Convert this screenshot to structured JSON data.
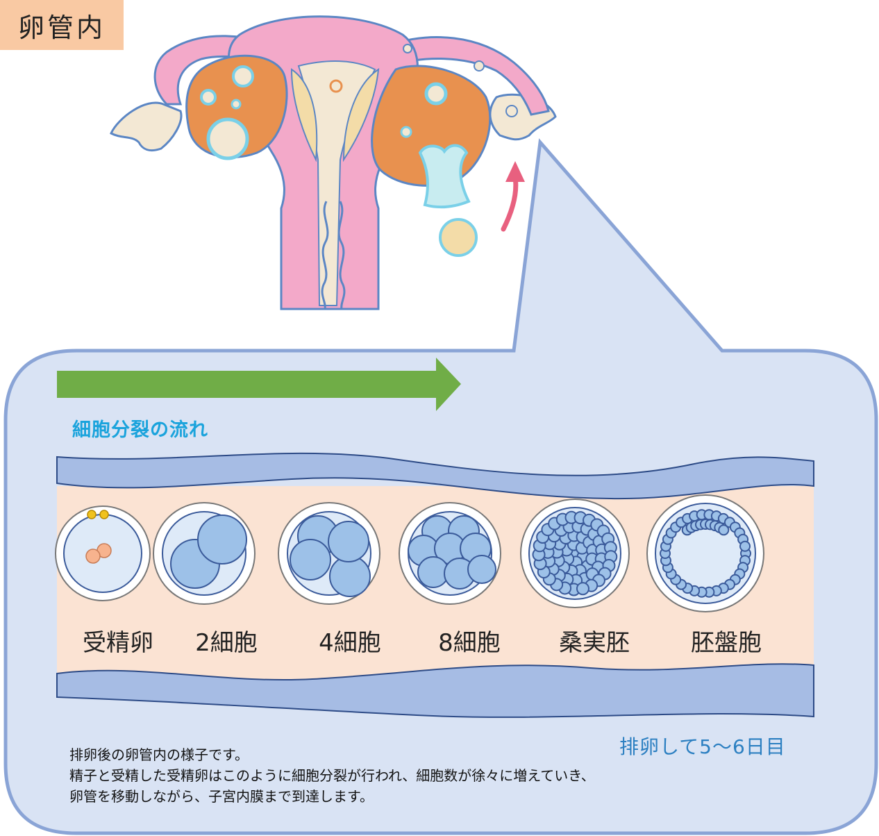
{
  "flow_label": "細胞分裂の流れ",
  "tube_label": "卵管内",
  "stages": [
    {
      "id": "zygote",
      "label": "受精卵"
    },
    {
      "id": "two-cell",
      "label": "2細胞"
    },
    {
      "id": "four-cell",
      "label": "4細胞"
    },
    {
      "id": "eight-cell",
      "label": "8細胞"
    },
    {
      "id": "morula",
      "label": "桑実胚"
    },
    {
      "id": "blastocyst",
      "label": "胚盤胞"
    }
  ],
  "days_label": "排卵して5〜6日目",
  "caption": [
    "排卵後の卵管内の様子です。",
    "精子と受精した受精卵はこのように細胞分裂が行われ、細胞数が徐々に増えていき、",
    "卵管を移動しながら、子宮内膜まで到達します。"
  ],
  "colors": {
    "callout_bg": "#d9e3f4",
    "callout_border": "#8aa4d6",
    "tube_wall": "#a6bce4",
    "tube_inner": "#fbe3d3",
    "arrow_green": "#70ad47",
    "cell_blue": "#9dc1e8",
    "uterus_pink": "#f3a9c9",
    "ovary_orange": "#e8914f"
  }
}
